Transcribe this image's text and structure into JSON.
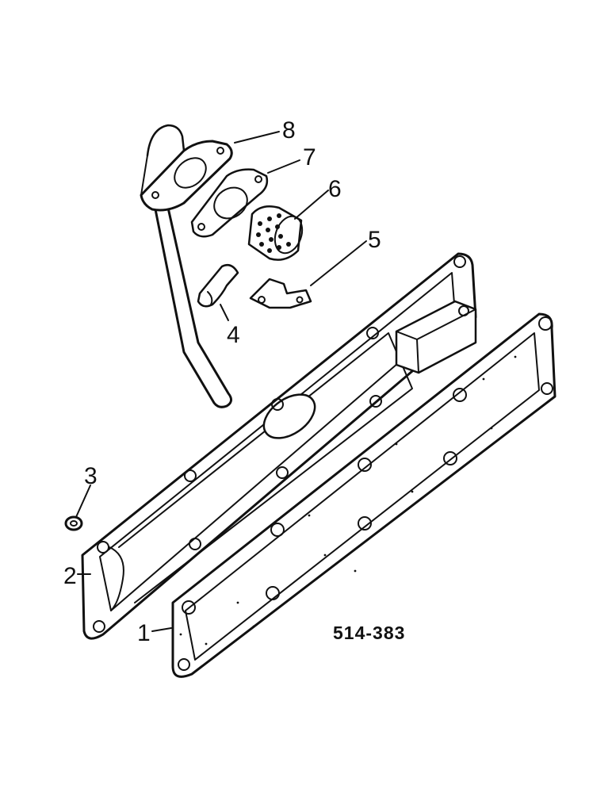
{
  "figure": {
    "code": "514-383",
    "callouts": [
      {
        "id": 1,
        "label": "1"
      },
      {
        "id": 2,
        "label": "2"
      },
      {
        "id": 3,
        "label": "3"
      },
      {
        "id": 4,
        "label": "4"
      },
      {
        "id": 5,
        "label": "5"
      },
      {
        "id": 6,
        "label": "6"
      },
      {
        "id": 7,
        "label": "7"
      },
      {
        "id": 8,
        "label": "8"
      }
    ]
  }
}
